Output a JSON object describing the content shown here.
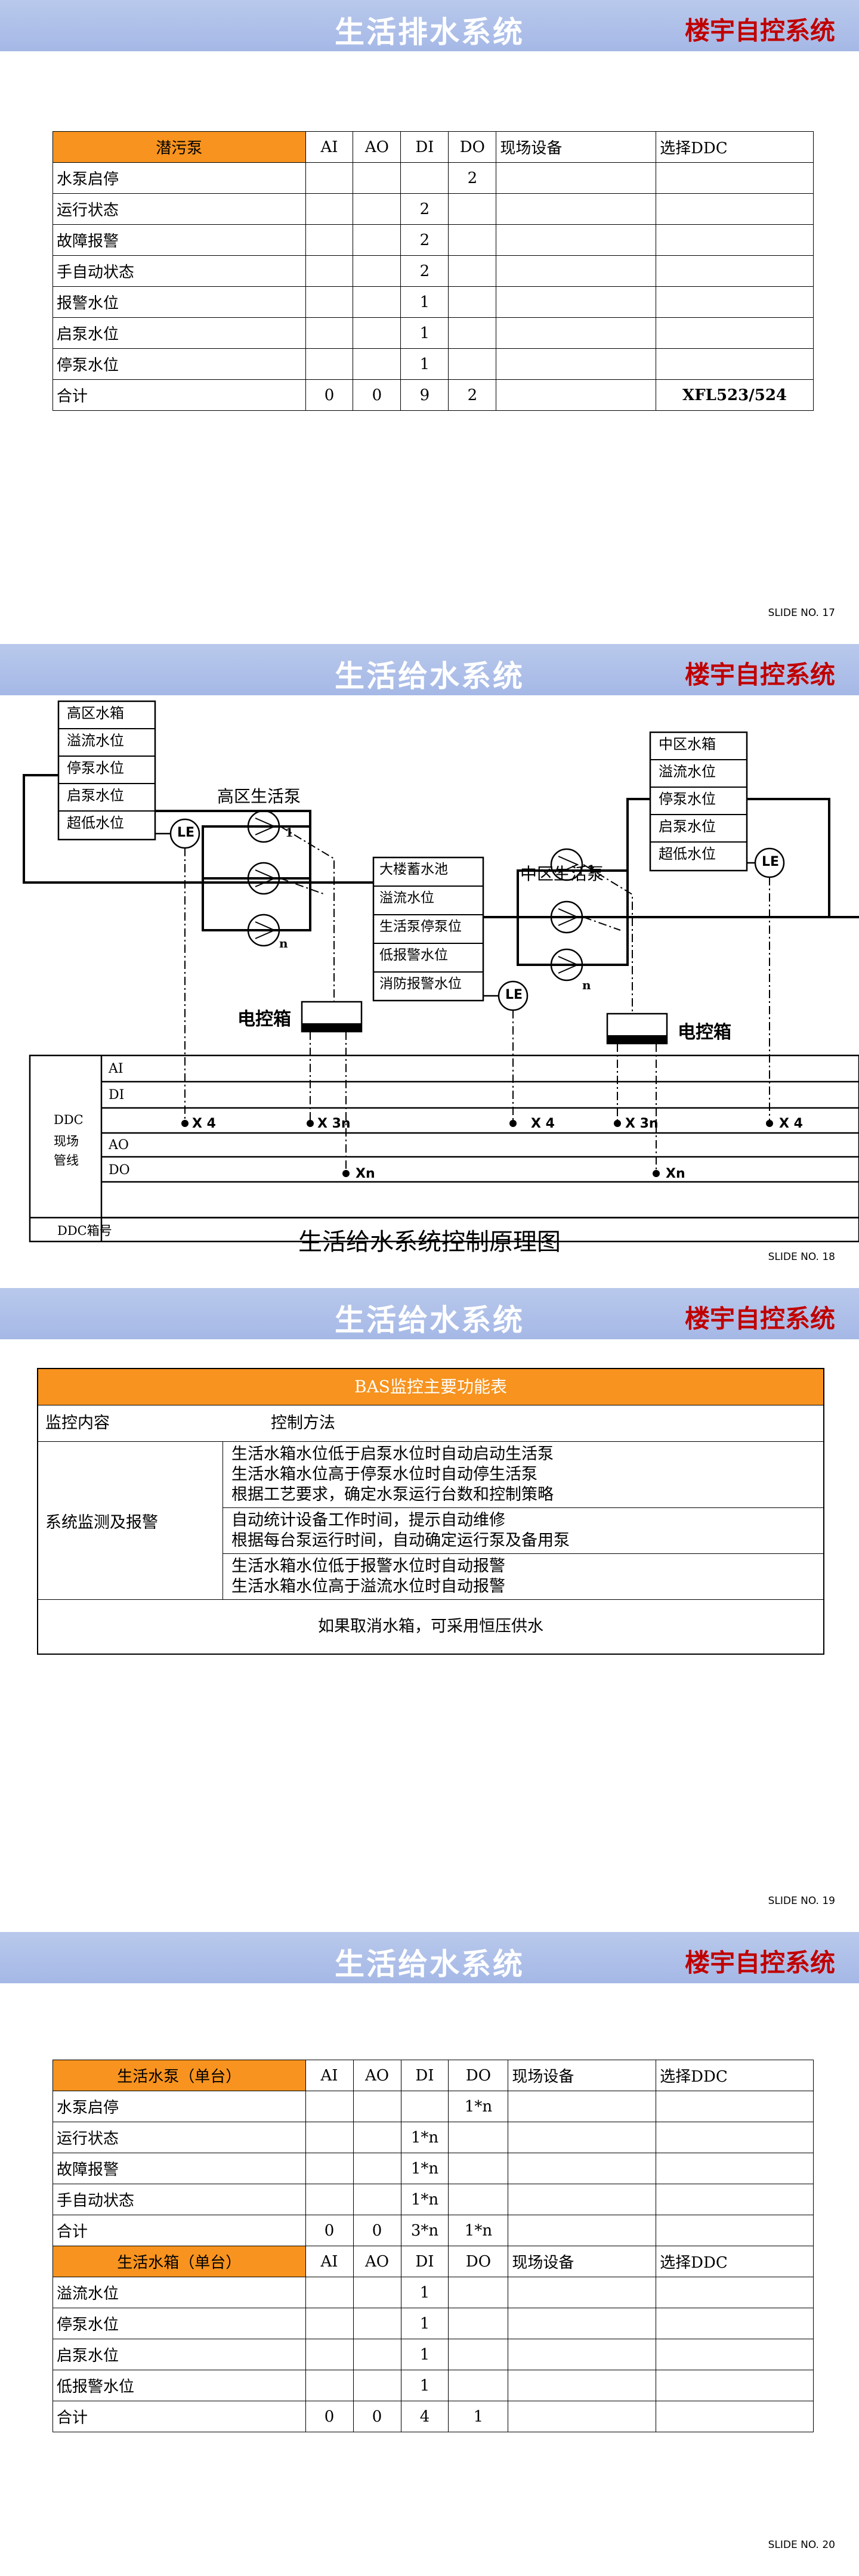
{
  "header": {
    "brand": "楼宇自控系统"
  },
  "slide17": {
    "title": "生活排水系统",
    "slide_no": "SLIDE NO. 17",
    "columns": [
      "潜污泵",
      "AI",
      "AO",
      "DI",
      "DO",
      "现场设备",
      "选择DDC"
    ],
    "rows": [
      [
        "水泵启停",
        "",
        "",
        "",
        "2",
        "",
        ""
      ],
      [
        "运行状态",
        "",
        "",
        "2",
        "",
        "",
        ""
      ],
      [
        "故障报警",
        "",
        "",
        "2",
        "",
        "",
        ""
      ],
      [
        "手自动状态",
        "",
        "",
        "2",
        "",
        "",
        ""
      ],
      [
        "报警水位",
        "",
        "",
        "1",
        "",
        "",
        ""
      ],
      [
        "启泵水位",
        "",
        "",
        "1",
        "",
        "",
        ""
      ],
      [
        "停泵水位",
        "",
        "",
        "1",
        "",
        "",
        ""
      ],
      [
        "合计",
        "0",
        "0",
        "9",
        "2",
        "",
        "XFL523/524"
      ]
    ]
  },
  "slide18": {
    "title": "生活给水系统",
    "slide_no": "SLIDE NO. 18",
    "caption": "生活给水系统控制原理图",
    "high_tank": [
      "高区水箱",
      "溢流水位",
      "停泵水位",
      "启泵水位",
      "超低水位"
    ],
    "mid_tank": [
      "中区水箱",
      "溢流水位",
      "停泵水位",
      "启泵水位",
      "超低水位"
    ],
    "pool": [
      "大楼蓄水池",
      "溢流水位",
      "生活泵停泵位",
      "低报警水位",
      "消防报警水位"
    ],
    "high_pump_label": "高区生活泵",
    "mid_pump_label": "中区生活泵",
    "le": "LE",
    "pump_1": "1",
    "pump_n": "n",
    "control_box": "电控箱",
    "ddc_rows": [
      "AI",
      "DI",
      "AO",
      "DO"
    ],
    "ddc_side": [
      "DDC",
      "现场",
      "管线"
    ],
    "ddc_box": "DDC箱号",
    "di_marks": [
      "X 4",
      "X 3n",
      "X 4",
      "X 3n",
      "X 4"
    ],
    "do_marks": [
      "Xn",
      "Xn"
    ]
  },
  "slide19": {
    "title": "生活给水系统",
    "slide_no": "SLIDE NO. 19",
    "table_title": "BAS监控主要功能表",
    "col_left": "监控内容",
    "col_right": "控制方法",
    "row_label": "系统监测及报警",
    "groups": [
      [
        "生活水箱水位低于启泵水位时自动启动生活泵",
        "生活水箱水位高于停泵水位时自动停生活泵",
        "根据工艺要求，确定水泵运行台数和控制策略"
      ],
      [
        "自动统计设备工作时间，提示自动维修",
        "根据每台泵运行时间，自动确定运行泵及备用泵"
      ],
      [
        "生活水箱水位低于报警水位时自动报警",
        "生活水箱水位高于溢流水位时自动报警"
      ]
    ],
    "footer": "如果取消水箱，可采用恒压供水"
  },
  "slide20": {
    "title": "生活给水系统",
    "slide_no": "SLIDE NO. 20",
    "pump_columns": [
      "生活水泵（单台）",
      "AI",
      "AO",
      "DI",
      "DO",
      "现场设备",
      "选择DDC"
    ],
    "pump_rows": [
      [
        "水泵启停",
        "",
        "",
        "",
        "1*n",
        "",
        ""
      ],
      [
        "运行状态",
        "",
        "",
        "1*n",
        "",
        "",
        ""
      ],
      [
        "故障报警",
        "",
        "",
        "1*n",
        "",
        "",
        ""
      ],
      [
        "手自动状态",
        "",
        "",
        "1*n",
        "",
        "",
        ""
      ],
      [
        "合计",
        "0",
        "0",
        "3*n",
        "1*n",
        "",
        ""
      ]
    ],
    "tank_columns": [
      "生活水箱（单台）",
      "AI",
      "AO",
      "DI",
      "DO",
      "现场设备",
      "选择DDC"
    ],
    "tank_rows": [
      [
        "溢流水位",
        "",
        "",
        "1",
        "",
        "",
        ""
      ],
      [
        "停泵水位",
        "",
        "",
        "1",
        "",
        "",
        ""
      ],
      [
        "启泵水位",
        "",
        "",
        "1",
        "",
        "",
        ""
      ],
      [
        "低报警水位",
        "",
        "",
        "1",
        "",
        "",
        ""
      ],
      [
        "合计",
        "0",
        "0",
        "4",
        "1",
        "",
        ""
      ]
    ]
  }
}
